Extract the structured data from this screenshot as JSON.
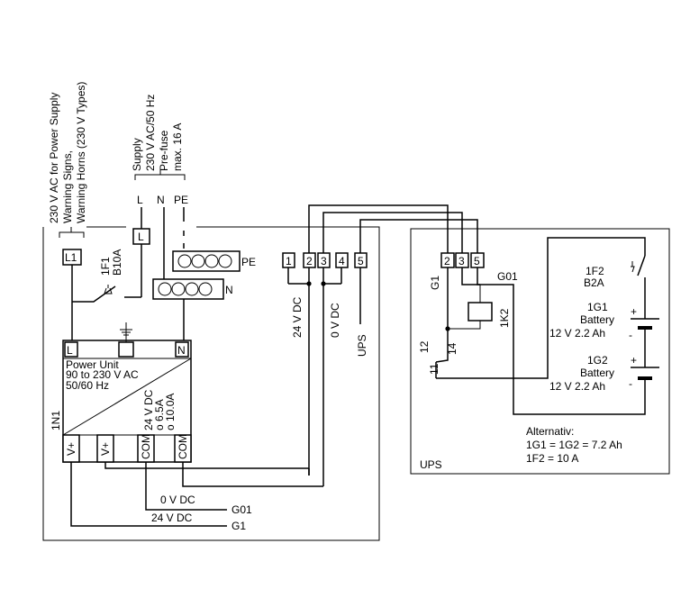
{
  "left_labels": {
    "line1": "230 V AC for Power Supply",
    "line2": "Warning Signs,",
    "line3": "Warning Horns (230 V Types)"
  },
  "supply_labels": {
    "line1": "Supply",
    "line2": "230 V AC/50 Hz",
    "line3": "Pre-fuse",
    "line4": "max. 16 A"
  },
  "supply_terminals": {
    "l": "L",
    "n": "N",
    "pe": "PE"
  },
  "terminal_l1": "L1",
  "terminal_l": "L",
  "fuse_1f1": {
    "name": "1F1",
    "rating": "B10A"
  },
  "bus_pe_label": "PE",
  "bus_n_label": "N",
  "power_unit": {
    "term_l": "L",
    "term_n": "N",
    "title": "Power Unit",
    "range": "90 to 230 V AC",
    "freq": "50/60 Hz",
    "designator": "1N1",
    "out_line1": "24 V DC",
    "out_line2": "o  6.5A",
    "out_line3": "o  10.0A",
    "term_v1": "V+",
    "term_v2": "V+",
    "term_com1": "COM",
    "term_com2": "COM"
  },
  "terminal_block_1": [
    "1",
    "2",
    "3",
    "4",
    "5"
  ],
  "label_24vdc_vertical": "24 V DC",
  "label_0vdc_vertical": "0 V DC",
  "label_ups_vertical": "UPS",
  "bottom_labels": {
    "zero_vdc": "0 V DC",
    "g01": "G01",
    "twenty_four_vdc": "24 V DC",
    "g1": "G1"
  },
  "ups": {
    "terminals": [
      "2",
      "3",
      "5"
    ],
    "label_g1": "G1",
    "label_g01": "G01",
    "relay": "1K2",
    "contact_12": "12",
    "contact_14": "14",
    "contact_11": "11",
    "fuse_1f2": {
      "name": "1F2",
      "rating": "B2A"
    },
    "battery1": {
      "name": "1G1",
      "type": "Battery",
      "spec": "12 V 2.2 Ah"
    },
    "battery2": {
      "name": "1G2",
      "type": "Battery",
      "spec": "12 V 2.2 Ah"
    },
    "plus1": "+",
    "minus1": "-",
    "plus2": "+",
    "minus2": "-",
    "alt_title": "Alternativ:",
    "alt_line1": "1G1 = 1G2 = 7.2 Ah",
    "alt_line2": "1F2 = 10 A",
    "box_label": "UPS"
  }
}
